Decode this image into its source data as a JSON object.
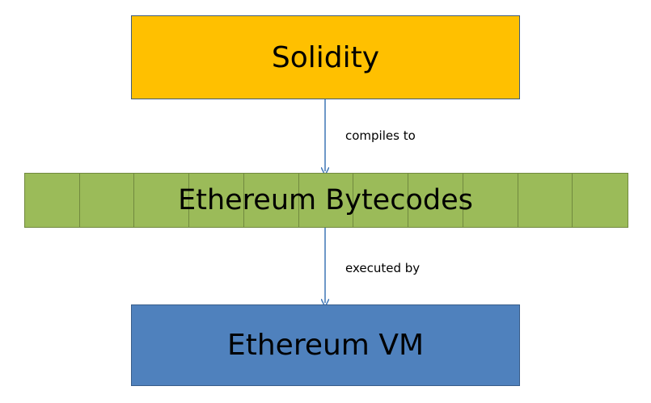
{
  "diagram": {
    "nodes": {
      "solidity": {
        "label": "Solidity",
        "color": "#ffc000"
      },
      "bytecodes": {
        "label": "Ethereum Bytecodes",
        "color": "#9bbb59",
        "cell_count": 11
      },
      "vm": {
        "label": "Ethereum VM",
        "color": "#4f81bd"
      }
    },
    "edges": [
      {
        "from": "solidity",
        "to": "bytecodes",
        "label": "compiles to"
      },
      {
        "from": "bytecodes",
        "to": "vm",
        "label": "executed by"
      }
    ],
    "arrow_color": "#4a7ebb"
  }
}
